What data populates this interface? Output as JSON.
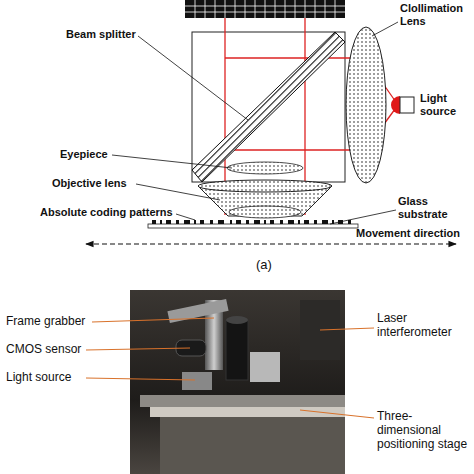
{
  "diagram": {
    "labels": [
      "Beam splitter",
      "Clollimation Lens",
      "Light source",
      "Eyepiece",
      "Objective lens",
      "Absolute coding patterns",
      "Glass substrate",
      "Movement direction",
      "(a)",
      "Frame grabber",
      "CMOS sensor",
      "Light source",
      "Laser interferometer",
      "Three-dimensional positioning stage"
    ]
  }
}
